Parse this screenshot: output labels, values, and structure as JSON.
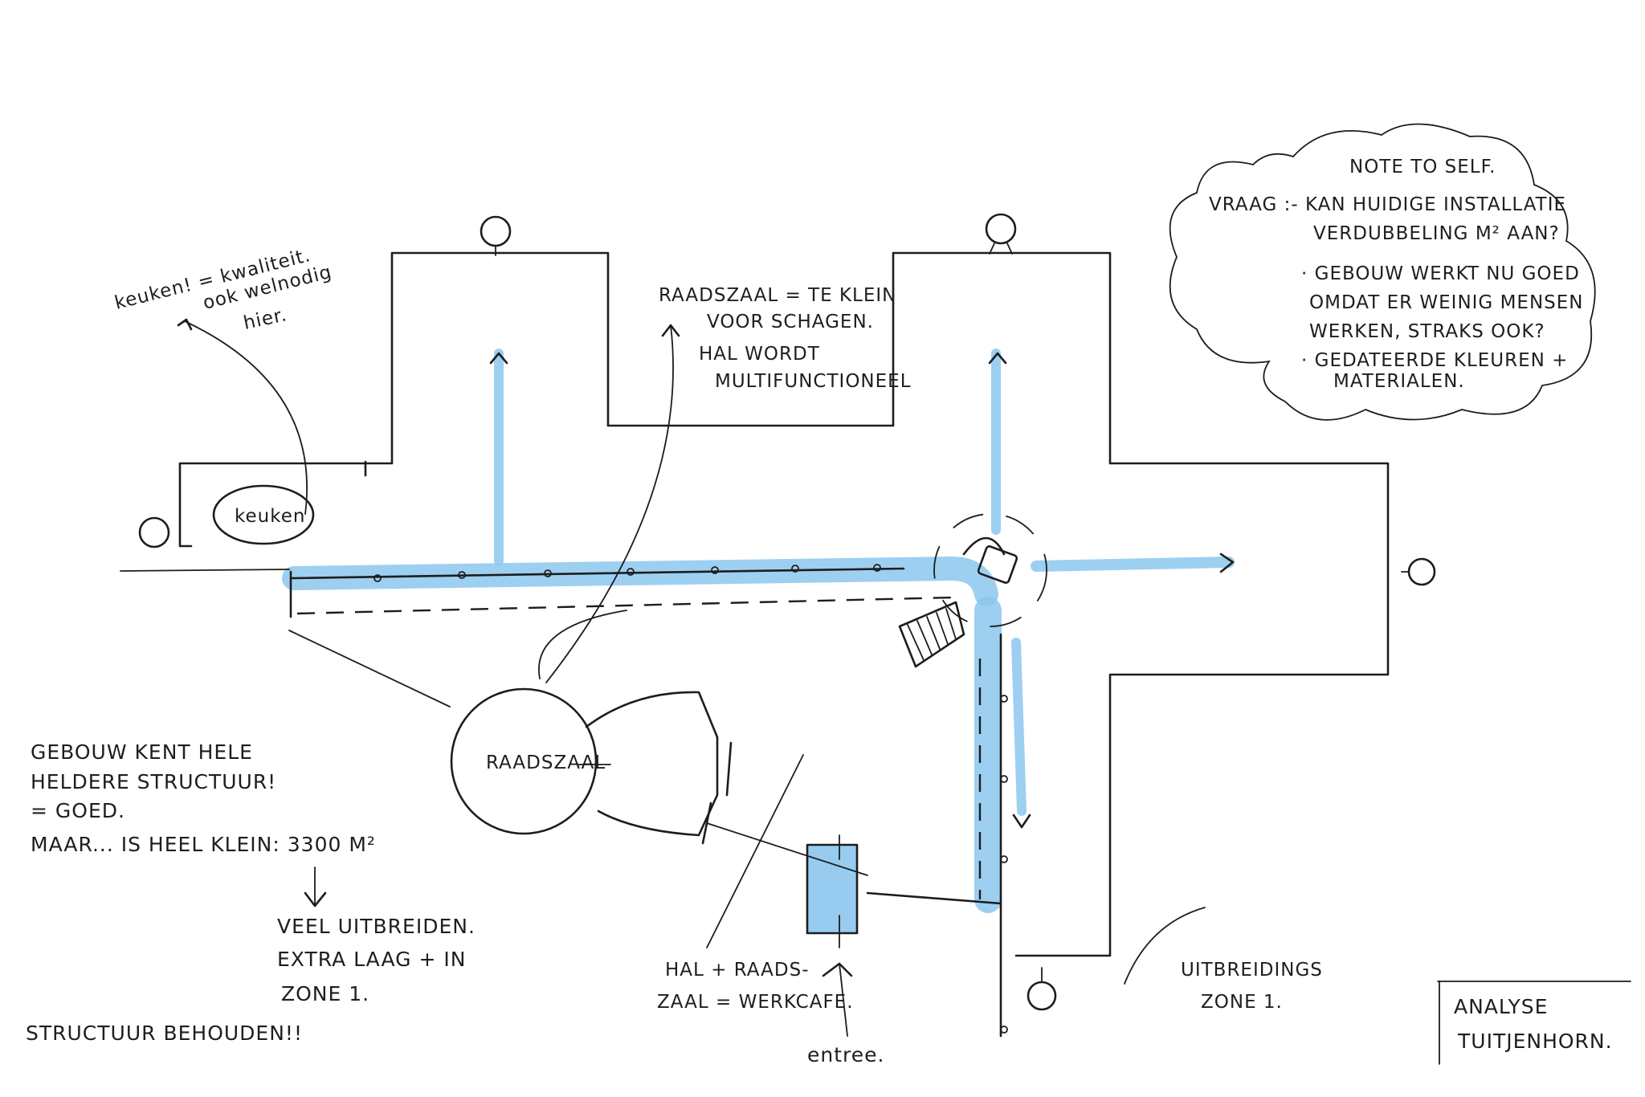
{
  "colors": {
    "ink": "#1d1d1d",
    "marker_blue": "#8cc7ee",
    "paper": "#ffffff"
  },
  "icons": [
    "person-icon",
    "stairs-icon",
    "arrow-icon"
  ],
  "notes": {
    "note_to_self": {
      "title": "NOTE TO SELF.",
      "lines": [
        "VRAAG :- KAN HUIDIGE INSTALLATIE",
        "VERDUBBELING M² AAN?",
        "· GEBOUW WERKT NU GOED",
        "OMDAT ER WEINIG MENSEN",
        "WERKEN, STRAKS OOK?",
        "· GEDATEERDE KLEUREN +",
        "MATERIALEN."
      ]
    },
    "keuken_note": {
      "lines": [
        "keuken! = kwaliteit.",
        "ook welnodig",
        "hier."
      ]
    },
    "keuken_label": "keuken",
    "raadszaal_note": {
      "lines": [
        "RAADSZAAL = TE KLEIN",
        "VOOR SCHAGEN.",
        "HAL WORDT",
        "MULTIFUNCTIONEEL"
      ]
    },
    "raadszaal_label": "RAADSZAAL",
    "gebouw_note": {
      "lines": [
        "GEBOUW KENT HELE",
        "HELDERE STRUCTUUR!",
        "= GOED.",
        "MAAR... IS HEEL KLEIN: 3300 M²"
      ]
    },
    "uitbreiden_note": {
      "lines": [
        "VEEL UITBREIDEN.",
        "EXTRA LAAG + IN",
        "ZONE 1."
      ]
    },
    "structuur_note": "STRUCTUUR BEHOUDEN!!",
    "hal_note": {
      "lines": [
        "HAL + RAADS-",
        "ZAAL = WERKCAFE."
      ]
    },
    "entree_label": "entree.",
    "uitbreidings_note": {
      "lines": [
        "UITBREIDINGS",
        "ZONE 1."
      ]
    },
    "analyse_note": {
      "lines": [
        "ANALYSE",
        "TUITJENHORN."
      ]
    }
  }
}
